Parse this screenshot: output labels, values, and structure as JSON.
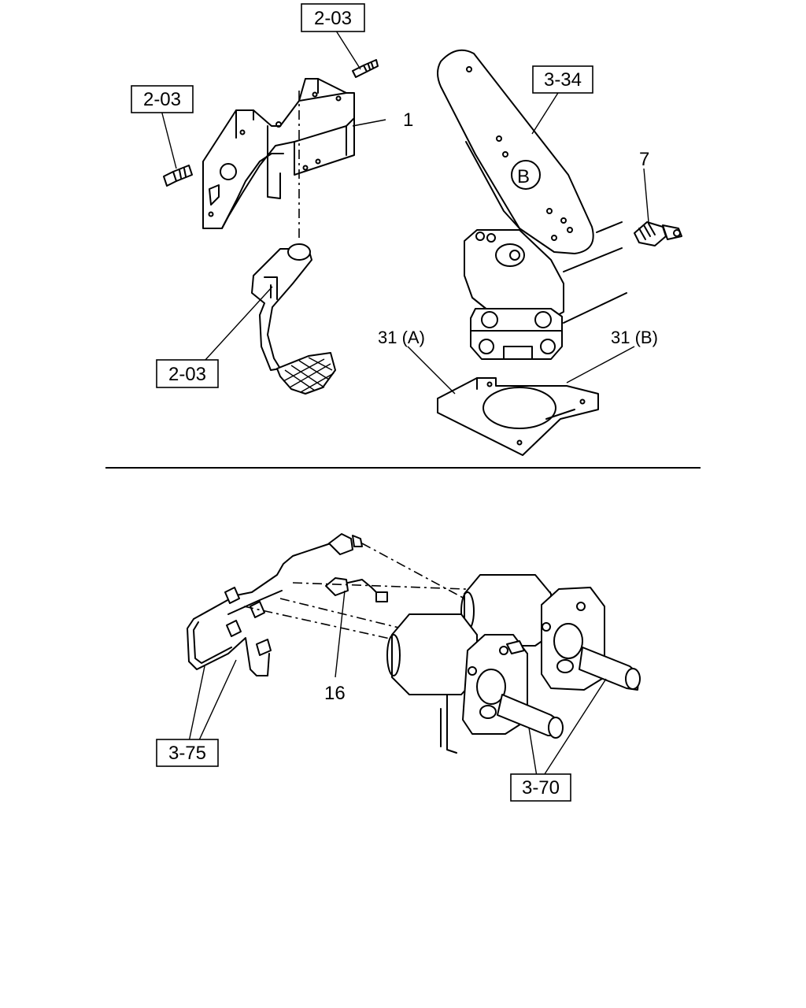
{
  "diagram": {
    "callouts": {
      "bolt_top": "2-03",
      "bolt_left": "2-03",
      "pedal_arm": "2-03",
      "bracket_num": "1",
      "valve_pedal": "3-34",
      "elbow_fitting": "7",
      "plate_a": "31 (A)",
      "plate_b": "31 (B)",
      "connector": "16",
      "piping": "3-75",
      "chamber": "3-70"
    }
  }
}
